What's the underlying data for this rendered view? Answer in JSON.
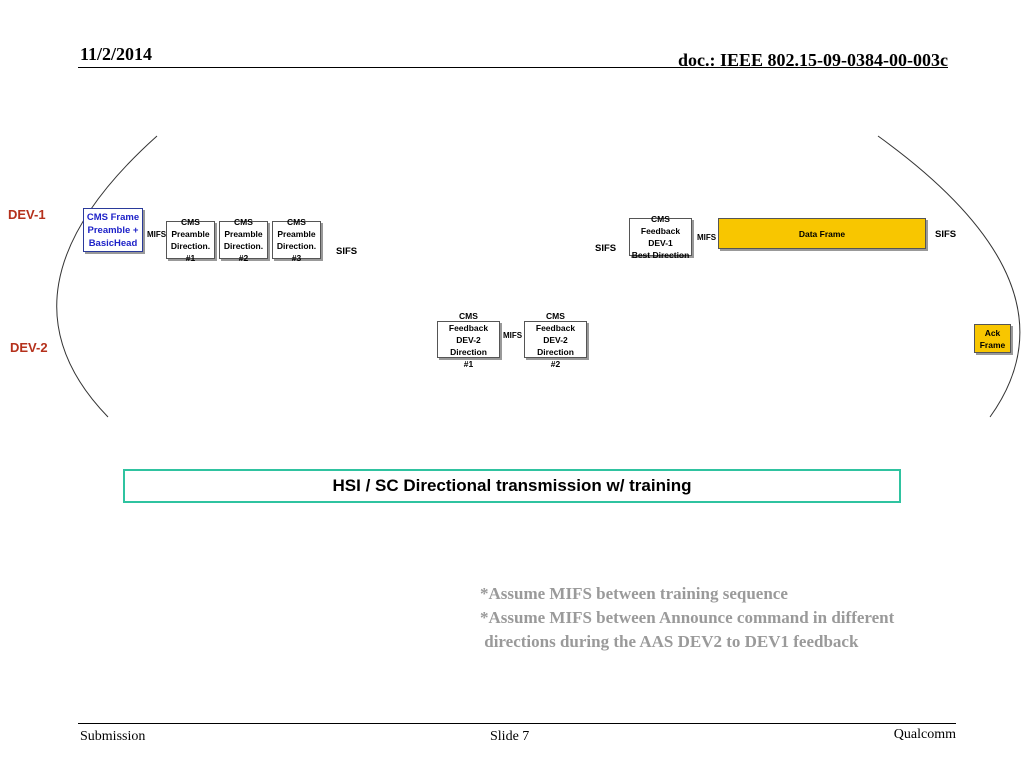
{
  "header": {
    "date": "11/2/2014",
    "doc_id": "doc.: IEEE 802.15-09-0384-00-003c"
  },
  "devices": {
    "dev1": "DEV-1",
    "dev2": "DEV-2"
  },
  "dev1_boxes": {
    "cms_frame": "CMS Frame\nPreamble +\nBasicHead",
    "preamble1": "CMS\nPreamble\nDirection.\n#1",
    "preamble2": "CMS\nPreamble\nDirection.\n#2",
    "preamble3": "CMS\nPreamble\nDirection.\n#3",
    "feedback_best": "CMS\nFeedback\nDEV-1\nBest Direction",
    "data_frame": "Data Frame"
  },
  "dev2_boxes": {
    "feedback1": "CMS\nFeedback\nDEV-2\nDirection\n#1",
    "feedback2": "CMS\nFeedback\nDEV-2\nDirection\n#2",
    "ack_frame": "Ack\nFrame"
  },
  "gaps": {
    "mifs": "MIFS",
    "sifs": "SIFS"
  },
  "title": "HSI / SC Directional transmission w/ training",
  "notes": [
    "*Assume MIFS between training sequence",
    "*Assume MIFS between Announce command in different",
    " directions during the AAS DEV2 to DEV1 feedback"
  ],
  "footer": {
    "left": "Submission",
    "center": "Slide 7",
    "right": "Qualcomm"
  },
  "colors": {
    "dev_label": "#b5311c",
    "cms_frame_text": "#1e22c8",
    "yellow_frame": "#f8c600",
    "title_border": "#2fc3a0",
    "notes_text": "#9a9a9a"
  }
}
